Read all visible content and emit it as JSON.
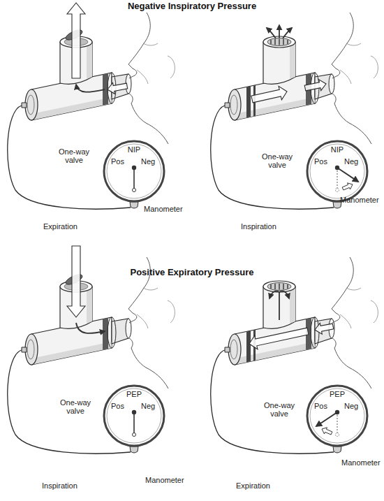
{
  "diagram": {
    "nodes": [
      {
        "text": [
          "NIP",
          "Pos",
          "Neg"
        ]
      },
      {
        "text": [
          "NIP",
          "Pos",
          "Neg"
        ]
      },
      {
        "text": [
          "PEP",
          "Pos",
          "Neg"
        ]
      },
      {
        "text": [
          "PEP",
          "Pos",
          "Neg"
        ]
      }
    ],
    "labels": [
      "Negative Inspiratory Pressure",
      "One-way valve",
      "Manometer",
      "Expiration",
      "One-way valve",
      "Manometer",
      "Inspiration",
      "Positive Expiratory Pressure",
      "One-way valve",
      "Manometer",
      "Inspiration",
      "One-way valve",
      "Manometer",
      "Expiration"
    ]
  }
}
